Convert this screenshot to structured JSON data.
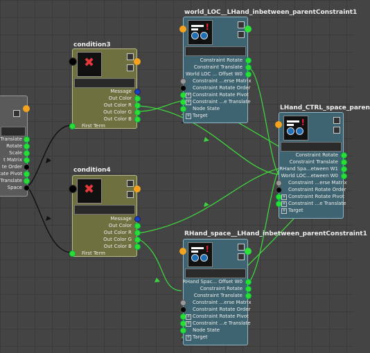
{
  "nodes": {
    "left": {
      "attrs": [
        "Translate",
        "Rotate",
        "Scale",
        "t Matrix",
        "te Order",
        "tate Pivot",
        "Translate",
        "Space"
      ]
    },
    "condition3": {
      "title": "condition3",
      "attrs": [
        "Message",
        "Out Color",
        "Out Color R",
        "Out Color G",
        "Out Color B"
      ],
      "first_term": "First Term"
    },
    "condition4": {
      "title": "condition4",
      "attrs": [
        "Message",
        "Out Color",
        "Out Color R",
        "Out Color G",
        "Out Color B"
      ],
      "first_term": "First Term"
    },
    "world_loc": {
      "title": "world_LOC__LHand_inbetween_parentConstraint1",
      "outs": [
        "Constraint Rotate",
        "Constraint Translate",
        "World LOC ... Offset W0"
      ],
      "ins": [
        "Constraint ...erse Matrix",
        "Constraint Rotate Order",
        "Constraint Rotate Pivot",
        "Constraint ...e Translate",
        "Node State",
        "Target"
      ]
    },
    "lhand_ctrl": {
      "title": "LHand_CTRL_space_paren",
      "outs": [
        "Constraint Rotate",
        "Constraint Translate",
        "RHand Spa...etween W1",
        "World LOC...etween W0"
      ],
      "ins": [
        "Constraint ...erse Matrix",
        "Constraint Rotate Order",
        "Constraint Rotate Pivot",
        "Constraint ...e Translate",
        "Target"
      ]
    },
    "rhand_space": {
      "title": "RHand_space__LHand_inbetween_parentConstraint1",
      "outs": [
        "RHand Spac... Offset W0",
        "Constraint Rotate",
        "Constraint Translate"
      ],
      "ins": [
        "Constraint ...erse Matrix",
        "Constraint Rotate Order",
        "Constraint Rotate Pivot",
        "Constraint ...e Translate",
        "Node State",
        "Target"
      ]
    }
  },
  "colors": {
    "background": "#444444",
    "condition_node": "#6e7040",
    "constraint_node": "#3d6470",
    "wire_green": "#3fd43f",
    "wire_black": "#111111",
    "port_green": "#2fdc33",
    "port_orange": "#f5a21e"
  },
  "icons": [
    "condition-swatch-icon",
    "constraint-swatch-icon",
    "node-toggle-icon",
    "expand-plus-icon"
  ]
}
